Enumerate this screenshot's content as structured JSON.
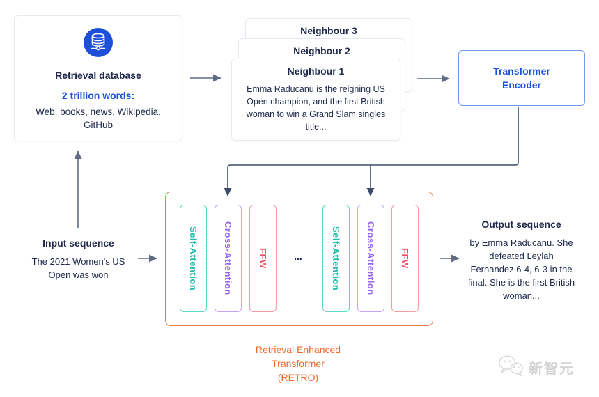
{
  "diagram_title": "Retrieval Enhanced\nTransformer\n(RETRO)",
  "database": {
    "title": "Retrieval database",
    "subtitle": "2 trillion words:",
    "body": "Web, books, news, Wikipedia,\nGitHub",
    "icon": "database-icon"
  },
  "neighbours": [
    {
      "title": "Neighbour 3",
      "body": ""
    },
    {
      "title": "Neighbour 2",
      "body": ""
    },
    {
      "title": "Neighbour 1",
      "body": "Emma Raducanu is the reigning US\nOpen champion, and the first British\nwoman to win a Grand Slam singles\ntitle..."
    }
  ],
  "encoder": {
    "label": "Transformer\nEncoder"
  },
  "retro": {
    "blocks": [
      {
        "label": "Self-Attention",
        "color": "teal"
      },
      {
        "label": "Cross-Attention",
        "color": "purple"
      },
      {
        "label": "FFW",
        "color": "red"
      },
      {
        "label": "Self-Attention",
        "color": "teal"
      },
      {
        "label": "Cross-Attention",
        "color": "purple"
      },
      {
        "label": "FFW",
        "color": "red"
      }
    ],
    "ellipsis": "..."
  },
  "input_sequence": {
    "title": "Input sequence",
    "body": "The 2021 Women's US\nOpen was won"
  },
  "output_sequence": {
    "title": "Output sequence",
    "body": "by Emma Raducanu. She\ndefeated Leylah\nFernandez 6-4, 6-3 in the\nfinal. She is the first British\nwoman..."
  },
  "watermark": {
    "text": "新智元",
    "icon": "wechat-logo-icon"
  },
  "colors": {
    "navy_text": "#20294d",
    "blue_text": "#1a53d9",
    "blue_border": "#6d9ceb",
    "icon_blue": "#1d4fd8",
    "orange_border": "#f07c4a",
    "orange_text": "#f2672c",
    "teal_border": "#5ad8c5",
    "teal_text": "#16bca9",
    "purple_border": "#c3a5f6",
    "purple_text": "#9465f0",
    "red_border": "#f59aa4",
    "red_text": "#ef4e68",
    "card_border": "#e7e9f0",
    "arrow": "#5d6b85",
    "connector": "#3e4c68",
    "watermark_gray": "#d4d4d4"
  }
}
